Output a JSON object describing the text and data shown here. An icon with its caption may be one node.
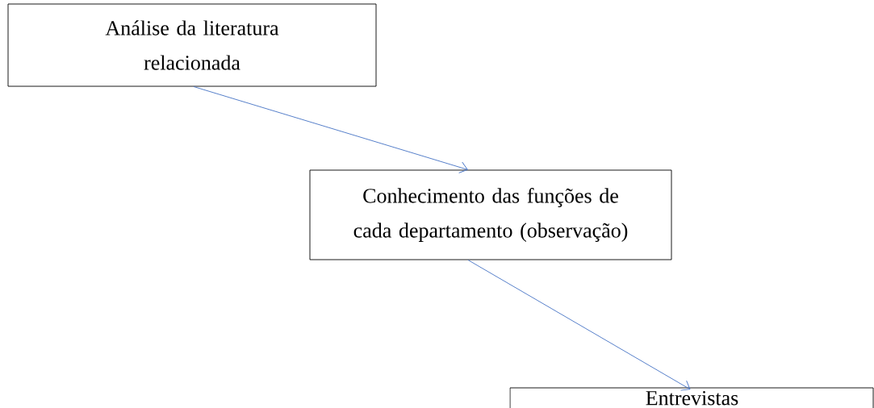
{
  "diagram": {
    "nodes": [
      {
        "text": [
          "Análise da literatura relacionada"
        ]
      },
      {
        "text": [
          "Conhecimento das funções de cada departamento (observação)"
        ]
      },
      {
        "text": [
          "Entrevistas"
        ]
      }
    ],
    "edges": [
      {
        "from": 0,
        "to": 1,
        "arrow": "to"
      },
      {
        "from": 1,
        "to": 2,
        "arrow": "to"
      }
    ]
  }
}
